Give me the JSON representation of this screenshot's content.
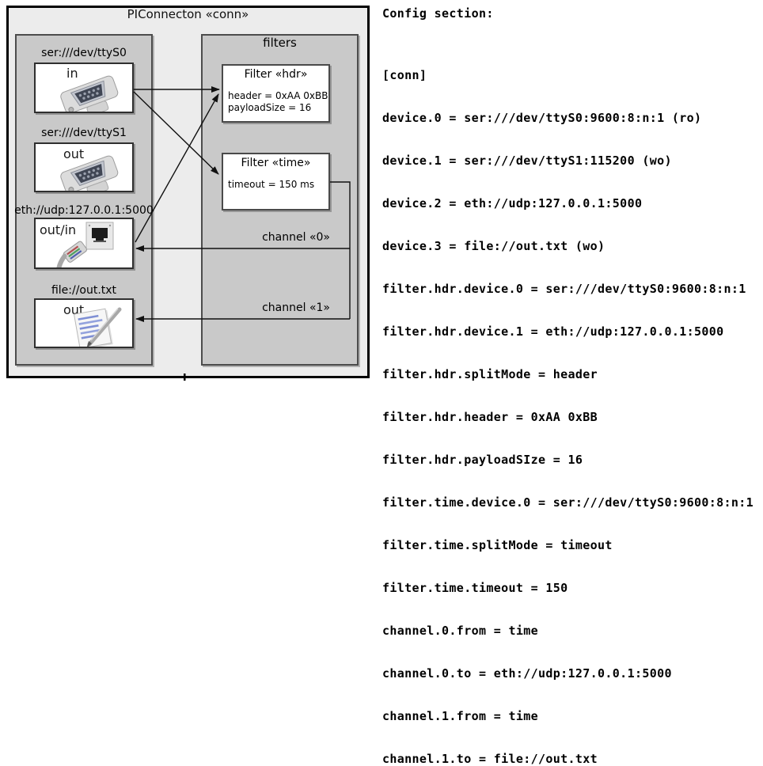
{
  "colors": {
    "canvas_fill": "#ececec",
    "compartment_fill": "#c9c9c9",
    "box_fill": "#ffffff",
    "line_color": "#111111"
  },
  "diagram": {
    "title": "PIConnecton «conn»",
    "filters_title": "filters",
    "devices": [
      {
        "uri": "ser:///dev/ttyS0",
        "label": "in",
        "icon": "serial-connector-icon"
      },
      {
        "uri": "ser:///dev/ttyS1",
        "label": "out",
        "icon": "serial-connector-icon"
      },
      {
        "uri": "eth://udp:127.0.0.1:5000",
        "label": "out/in",
        "icon": "ethernet-connector-icon"
      },
      {
        "uri": "file://out.txt",
        "label": "out",
        "icon": "notepad-icon"
      }
    ],
    "filters": [
      {
        "title": "Filter «hdr»",
        "properties": [
          "header = 0xAA 0xBB",
          "payloadSize = 16"
        ]
      },
      {
        "title": "Filter «time»",
        "properties": [
          "timeout = 150 ms"
        ]
      }
    ],
    "channels": [
      {
        "label": "channel «0»"
      },
      {
        "label": "channel «1»"
      }
    ]
  },
  "config": {
    "heading": "Config section:",
    "lines": [
      "[conn]",
      "device.0 = ser:///dev/ttyS0:9600:8:n:1 (ro)",
      "device.1 = ser:///dev/ttyS1:115200 (wo)",
      "device.2 = eth://udp:127.0.0.1:5000",
      "device.3 = file://out.txt (wo)",
      "filter.hdr.device.0 = ser:///dev/ttyS0:9600:8:n:1",
      "filter.hdr.device.1 = eth://udp:127.0.0.1:5000",
      "filter.hdr.splitMode = header",
      "filter.hdr.header = 0xAA 0xBB",
      "filter.hdr.payloadSIze = 16",
      "filter.time.device.0 = ser:///dev/ttyS0:9600:8:n:1",
      "filter.time.splitMode = timeout",
      "filter.time.timeout = 150",
      "channel.0.from = time",
      "channel.0.to = eth://udp:127.0.0.1:5000",
      "channel.1.from = time",
      "channel.1.to = file://out.txt"
    ]
  }
}
